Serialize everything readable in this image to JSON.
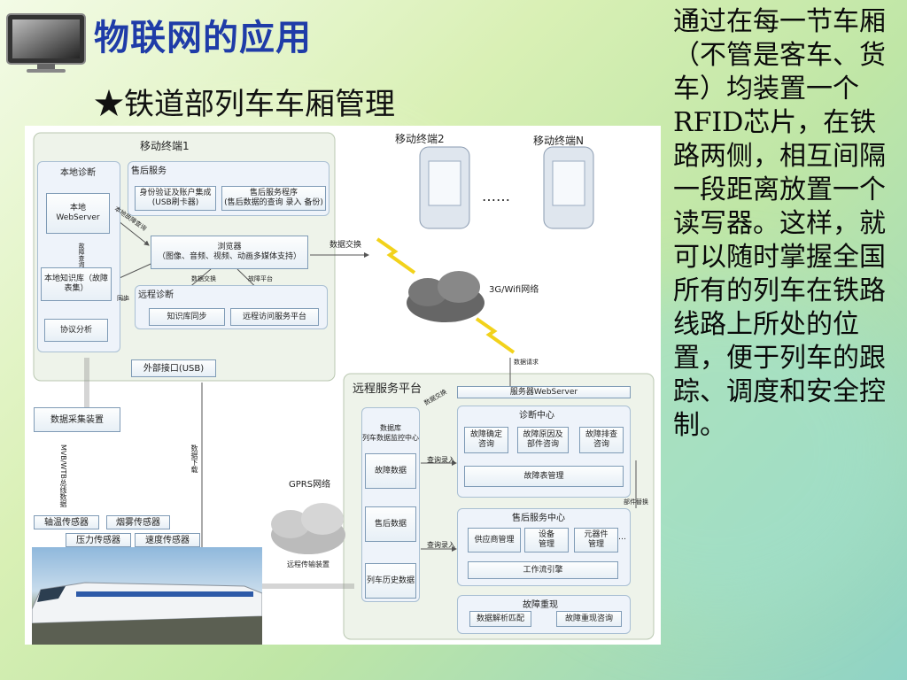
{
  "slide": {
    "title": "物联网的应用",
    "subtitle": "★铁道部列车车厢管理",
    "side_text": "通过在每一节车厢（不管是客车、货车）均装置一个RFID芯片，在铁路两侧，相互间隔一段距离放置一个读写器。这样，就可以随时掌握全国所有的列车在铁路线路上所处的位置，便于列车的跟踪、调度和安全控制。"
  },
  "diagram": {
    "mobile1": "移动终端1",
    "mobile2": "移动终端2",
    "mobileN": "移动终端N",
    "ellipsis": "……",
    "local_diag": "本地诊断",
    "local_webserver": "本地\nWebServer",
    "local_kb": "本地知识库（故障表集）",
    "protocol": "协议分析",
    "after_sales": "售后服务",
    "auth": "身份验证及账户集成\n(USB刷卡器)",
    "after_sales_prog": "售后服务程序\n(售后数据的查询 录入 备份)",
    "browser": "浏览器\n（图像、音频、视频、动画多媒体支持）",
    "remote_diag": "远程诊断",
    "kb_sync": "知识库同步",
    "remote_access": "远程访问服务平台",
    "ext_usb": "外部接口(USB)",
    "data_exchange": "数据交换",
    "network_3g": "3G/Wifi网络",
    "data_collect": "数据采集装置",
    "bus": "MVB/WTB总线数据",
    "data_download": "数据下载",
    "gprs": "GPRS网络",
    "remote_transfer": "远程传输装置",
    "sensor_axle": "轴温传感器",
    "sensor_smoke": "烟雾传感器",
    "sensor_pressure": "压力传感器",
    "sensor_speed": "速度传感器",
    "remote_platform": "远程服务平台",
    "web_server": "服务器WebServer",
    "db_title": "数据库\n列车数据监控中心",
    "fault_data": "故障数据",
    "after_data": "售后数据",
    "history_data": "列车历史数据",
    "diag_center": "诊断中心",
    "fault_confirm": "故障确定\n咨询",
    "fault_cause": "故障原因及\n部件咨询",
    "fault_check": "故障排查\n咨询",
    "fault_table": "故障表管理",
    "after_center": "售后服务中心",
    "supplier": "供应商管理",
    "equipment": "设备\n管理",
    "components": "元器件\n管理",
    "ellipsis2": "…",
    "workflow": "工作流引擎",
    "fault_replay": "故障重现",
    "data_parse": "数据解析匹配",
    "replay_query": "故障重现咨询",
    "query_in": "查询录入",
    "query_in2": "查询录入",
    "part_replace": "部件替换",
    "data_request": "数据请求",
    "local_fault_query": "本地故障查询",
    "fault_query": "故障查询",
    "fault_platform": "故障平台",
    "data_exchange2": "数据交换",
    "sync": "同步",
    "data_exchange3": "数据交换"
  },
  "colors": {
    "title": "#1f3ca8",
    "panel_border": "#a9bfd3",
    "box_fill": "#e7eff6"
  }
}
